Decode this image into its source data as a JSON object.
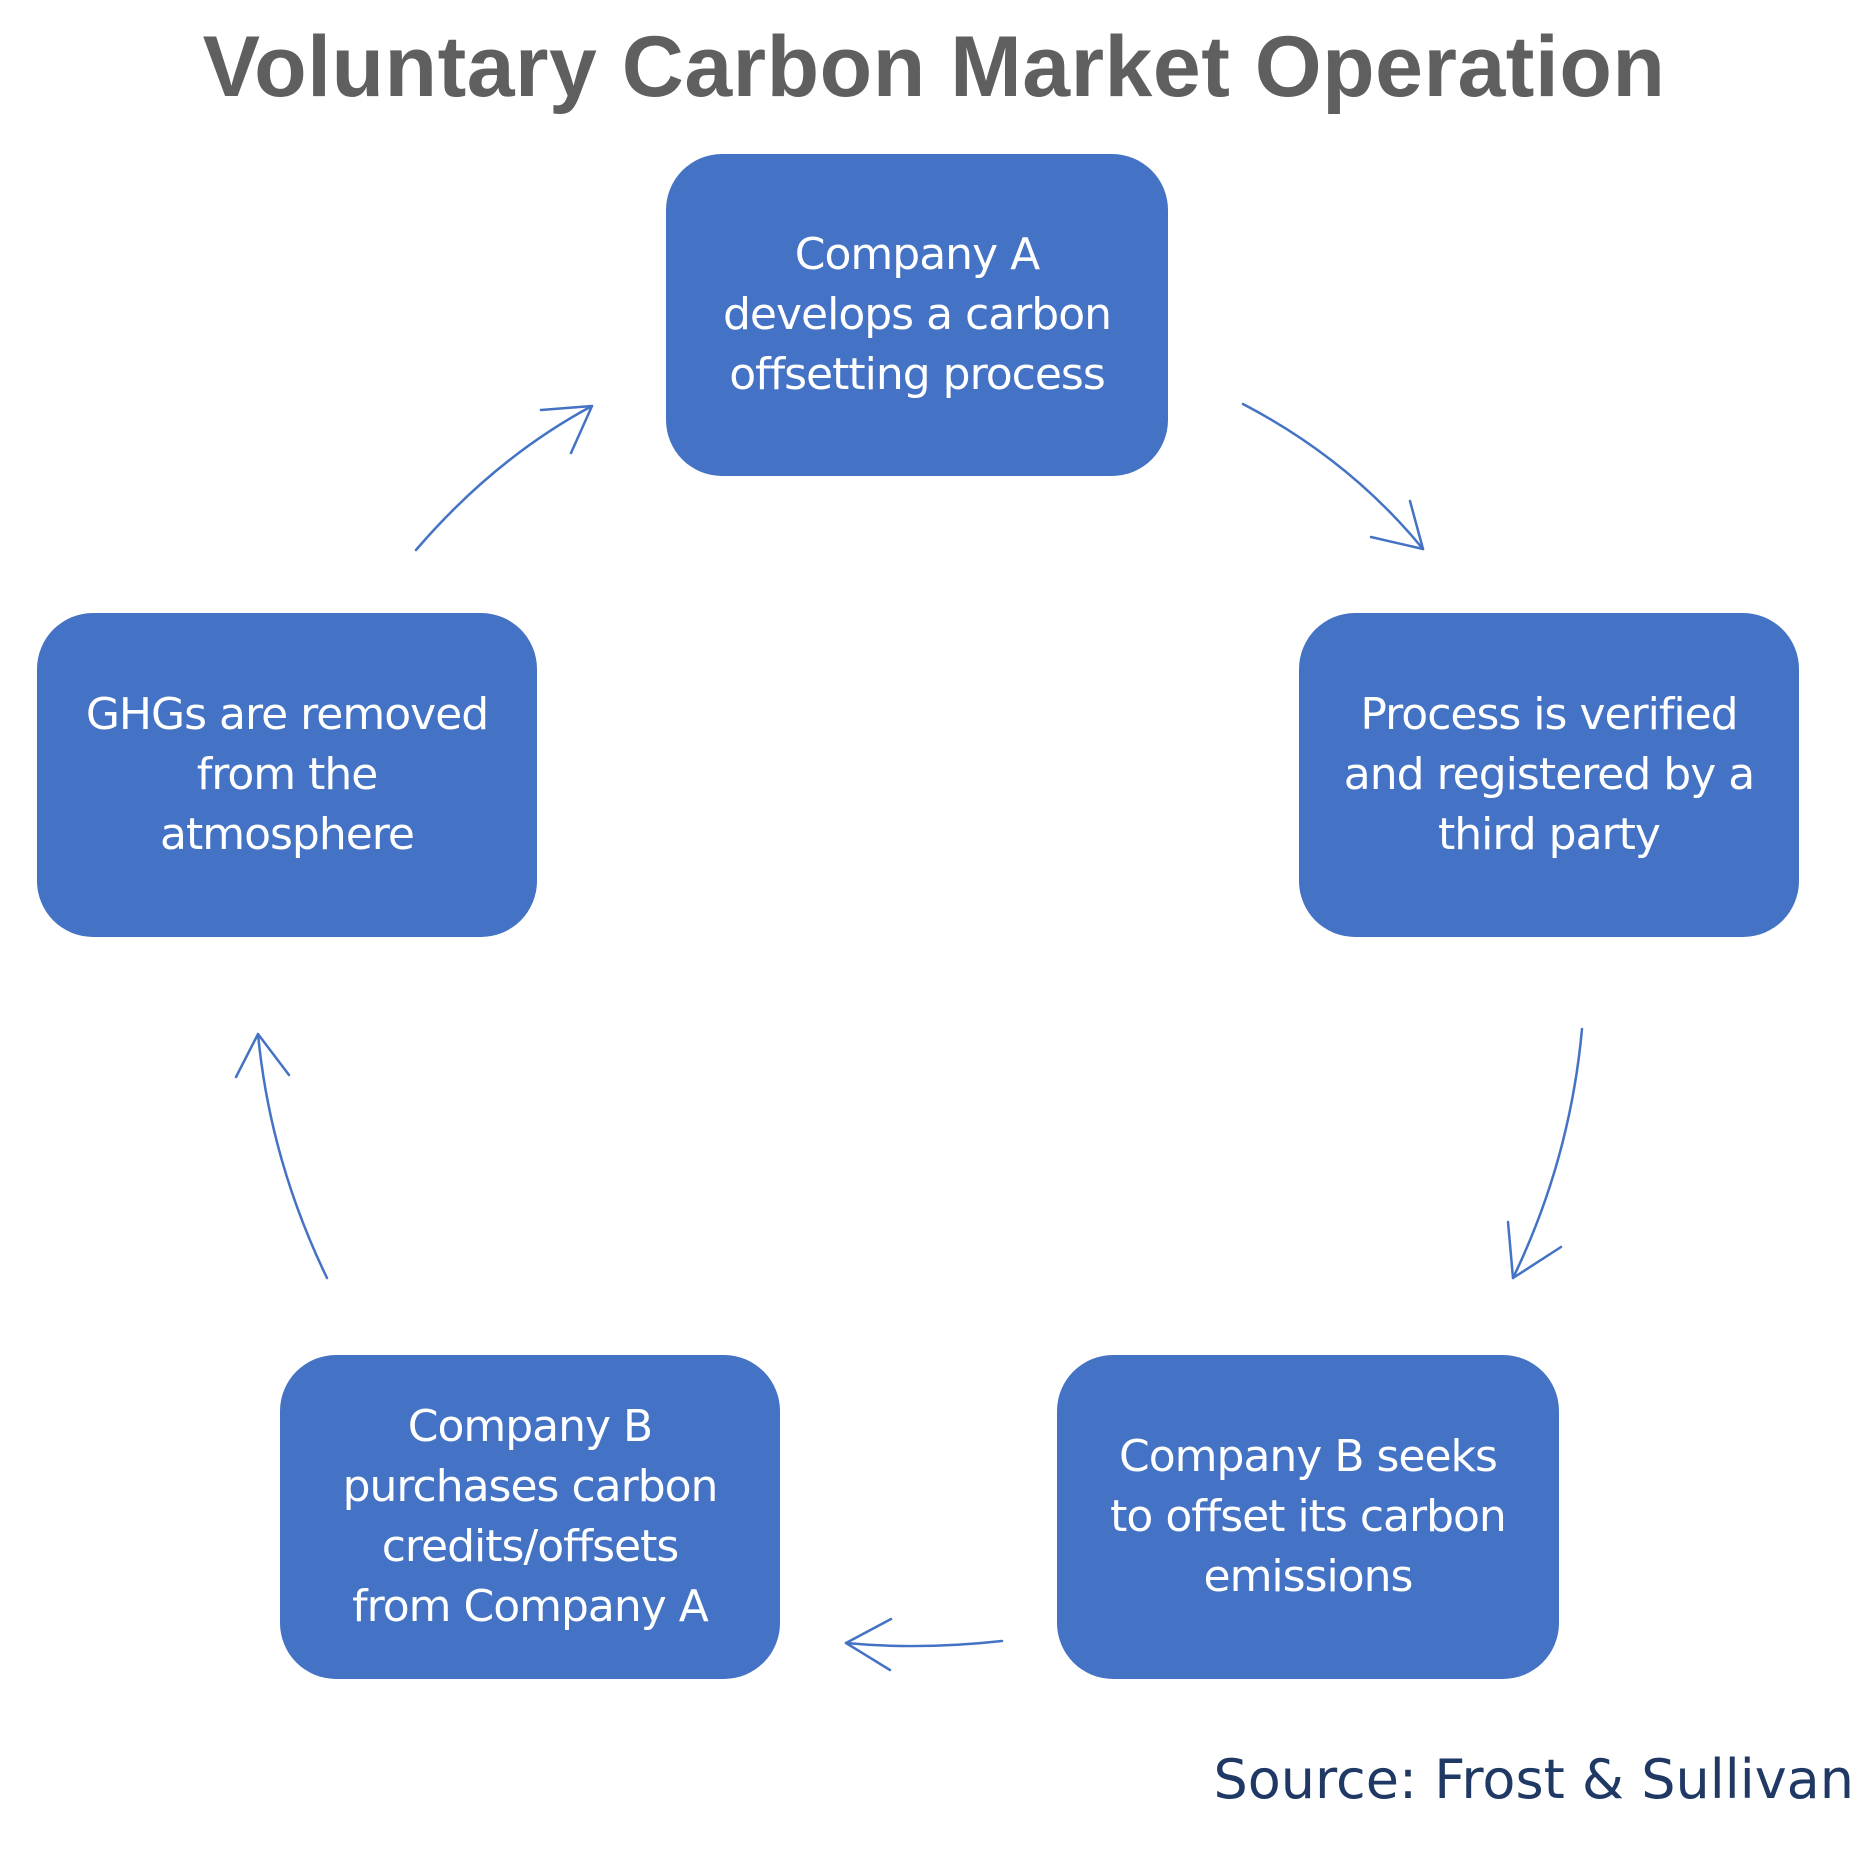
{
  "title": "Voluntary Carbon Market Operation",
  "nodes": [
    {
      "id": "develop",
      "lines": [
        "Company A",
        "develops a carbon",
        "offsetting process"
      ]
    },
    {
      "id": "verify",
      "lines": [
        "Process is verified",
        "and registered by a",
        "third party"
      ]
    },
    {
      "id": "seek",
      "lines": [
        "Company B seeks",
        "to offset its carbon",
        "emissions"
      ]
    },
    {
      "id": "purchase",
      "lines": [
        "Company B",
        "purchases carbon",
        "credits/offsets",
        "from Company A"
      ]
    },
    {
      "id": "remove",
      "lines": [
        "GHGs are removed",
        "from the",
        "atmosphere"
      ]
    }
  ],
  "edges": [
    {
      "from": "develop",
      "to": "verify"
    },
    {
      "from": "verify",
      "to": "seek"
    },
    {
      "from": "seek",
      "to": "purchase"
    },
    {
      "from": "purchase",
      "to": "remove"
    },
    {
      "from": "remove",
      "to": "develop"
    }
  ],
  "source": "Source: Frost & Sullivan",
  "colors": {
    "node_fill": "#4472c4",
    "node_text": "#ffffff",
    "arrow": "#4472c4",
    "title": "#5f5f5f",
    "source": "#1f3864"
  }
}
